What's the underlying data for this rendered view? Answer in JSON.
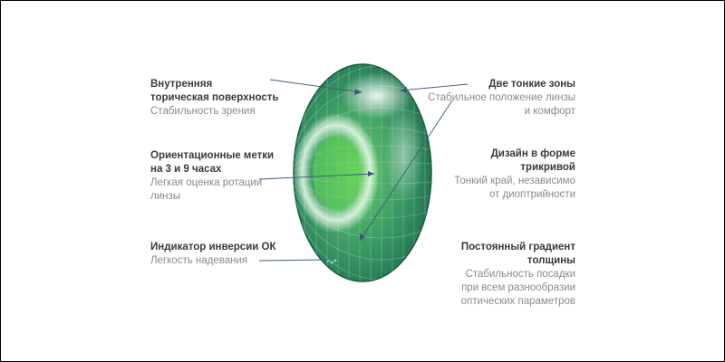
{
  "labels": {
    "inner_toric": {
      "title": [
        "Внутренняя",
        "торическая поверхность"
      ],
      "subtitle": [
        "Стабильность зрения"
      ]
    },
    "orientation_marks": {
      "title": [
        "Ориентационные метки",
        "на 3 и 9 часах"
      ],
      "subtitle": [
        "Легкая оценка ротации",
        "линзы"
      ]
    },
    "inversion_indicator": {
      "title": [
        "Индикатор инверсии ОК"
      ],
      "subtitle": [
        "Легкость надевания"
      ]
    },
    "thin_zones": {
      "title": [
        "Две тонкие зоны"
      ],
      "subtitle": [
        "Стабильное положение  линзы",
        "и комфорт"
      ]
    },
    "tricurve_design": {
      "title": [
        "Дизайн в форме",
        "трикривой"
      ],
      "subtitle": [
        "Тонкий край, независимо",
        "от диоптрийности"
      ]
    },
    "thickness_gradient": {
      "title": [
        "Постоянный градиент",
        "толщины"
      ],
      "subtitle": [
        "Стабильность посадки",
        "при  всем разнообразии",
        "оптических параметров"
      ]
    }
  },
  "colors": {
    "lens_edge": "#1f6b4a",
    "lens_base": "#3f9a6a",
    "lens_center": "#5fd05a",
    "callout_line": "#3a5a7a"
  }
}
